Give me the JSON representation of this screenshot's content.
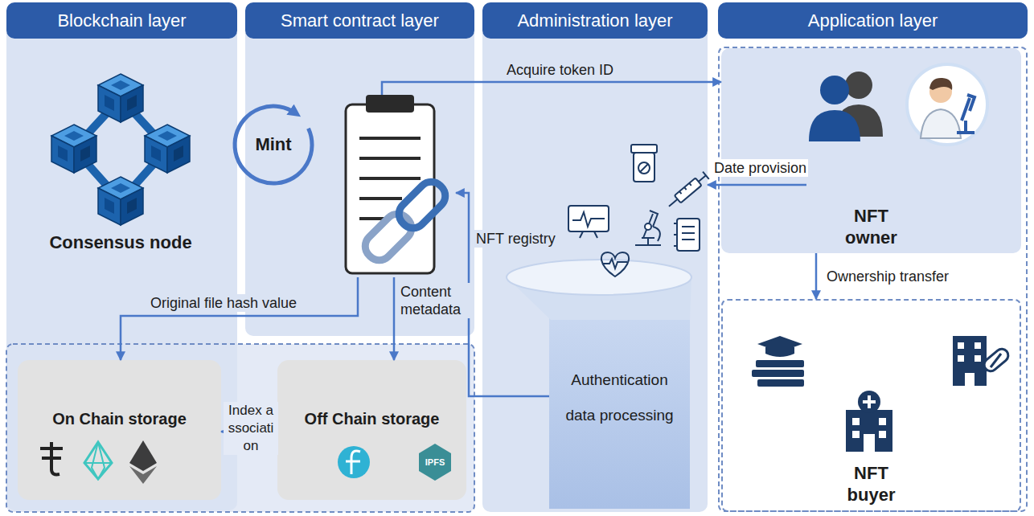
{
  "diagram": {
    "nodes": [
      {
        "text": [
          "Blockchain layer"
        ]
      },
      {
        "text": [
          "Smart contract layer"
        ]
      },
      {
        "text": [
          "Administration layer"
        ]
      },
      {
        "text": [
          "Application layer"
        ]
      },
      {
        "text": [
          "On Chain storage"
        ]
      },
      {
        "text": [
          "Off Chain storage"
        ]
      },
      {
        "text": [
          "Authentication data processing"
        ],
        "in": 2
      },
      {
        "text": [
          "NFT owner"
        ],
        "in": 3
      },
      {
        "text": [
          "NFT buyer"
        ],
        "in": 3
      }
    ],
    "edges": [
      {
        "from": 1,
        "to": 4,
        "label": "Original file hash value",
        "arrow": "to"
      },
      {
        "from": 1,
        "to": 5,
        "label": "Content metadata",
        "arrow": "to"
      },
      {
        "from": 6,
        "to": 1,
        "label": "NFT registry",
        "arrow": "to"
      },
      {
        "from": 1,
        "to": 7,
        "label": "Acquire token ID",
        "arrow": "to"
      },
      {
        "from": 7,
        "to": 2,
        "label": "Date provision",
        "arrow": "to"
      },
      {
        "from": 7,
        "to": 8,
        "label": "Ownership transfer",
        "arrow": "to"
      },
      {
        "from": 4,
        "to": 5,
        "label": "Index association",
        "arrow": "both"
      }
    ],
    "labels": [
      "Mint",
      "Consensus node",
      "IPFS"
    ]
  }
}
